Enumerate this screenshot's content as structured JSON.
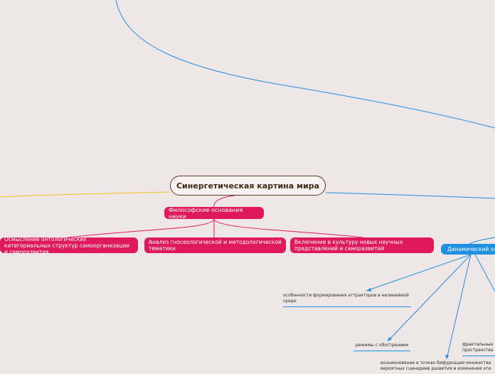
{
  "map": {
    "central": "Синергетическая картина мира",
    "philosophy": "Философские основания науки",
    "ontology": "Осмысление онтологических категориальных структур самоорганизации и саморазвития",
    "gnoseology": "Анализ гносеологической и методологической тематики",
    "culture": "Включение в культуру новых научных представлений и саморазвитий",
    "dynamic_chaos": "Динамический хаос",
    "attractors": "особенности формирования аттракторов в нелинейной среде",
    "sharpening": "режимы с обострением",
    "fractal": "фрактальные пространства",
    "bifurcation": "возникновение в точках бифуркации множества вероятных сценариев развития и изменения эти"
  },
  "colors": {
    "background": "#efe7e7",
    "central_border": "#5a3a1e",
    "pink_branch": "#e0195c",
    "blue_branch": "#1f8fe0",
    "yellow_branch": "#f0c419"
  }
}
